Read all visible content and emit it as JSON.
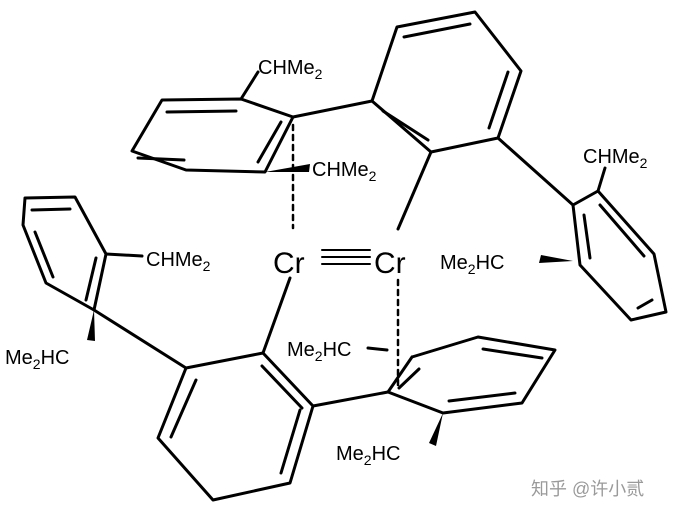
{
  "labels": {
    "cr_left": "Cr",
    "cr_right": "Cr",
    "chme2_top": "CHMe2",
    "chme2_middle": "CHMe2",
    "chme2_right": "CHMe2",
    "chme2_left": "CHMe2",
    "me2hc_right": "Me2HC",
    "me2hc_left": "Me2HC",
    "me2hc_center": "Me2HC",
    "me2hc_bottom": "Me2HC"
  },
  "watermark": "知乎 @许小贰",
  "colors": {
    "ink": "#000000",
    "watermark": "#9a9a9a",
    "background": "#ffffff"
  }
}
